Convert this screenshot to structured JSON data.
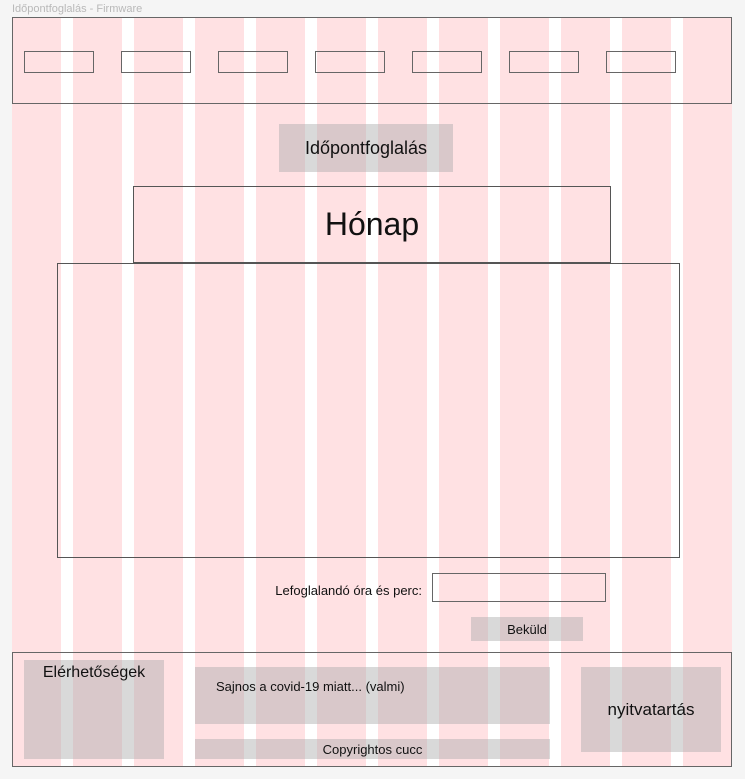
{
  "window": {
    "title": "Időpontfoglalás - Firmware"
  },
  "nav": {
    "items": [
      "",
      "",
      "",
      "",
      "",
      "",
      ""
    ]
  },
  "page": {
    "heading": "Időpontfoglalás",
    "month_title": "Hónap"
  },
  "booking": {
    "time_label": "Lefoglalandó óra és perc:",
    "time_value": "",
    "submit_label": "Beküld"
  },
  "footer": {
    "contacts_title": "Elérhetőségek",
    "notice": "Sajnos a covid-19 miatt... (valmi)",
    "copyright": "Copyrightos cucc",
    "opening_hours": "nyitvatartás"
  },
  "colors": {
    "grid_column": "#ffe1e3",
    "block_gray": "#aaaaaa",
    "outline": "#666666"
  }
}
